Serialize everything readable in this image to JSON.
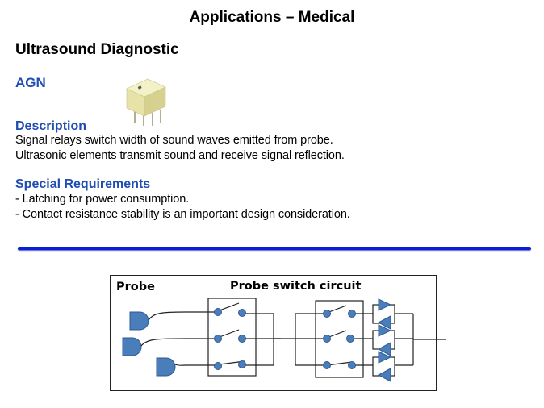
{
  "slide": {
    "title": "Applications – Medical",
    "subtitle": "Ultrasound Diagnostic",
    "model": "AGN",
    "description": {
      "heading": "Description",
      "lines": [
        "Signal relays switch width of sound waves emitted from probe.",
        "Ultrasonic elements transmit sound and receive signal reflection."
      ]
    },
    "requirements": {
      "heading": "Special  Requirements",
      "lines": [
        "- Latching for power consumption.",
        "- Contact resistance stability is an important design consideration."
      ]
    },
    "diagram": {
      "probe_label": "Probe",
      "circuit_label": "Probe switch circuit"
    },
    "colors": {
      "heading_blue": "#1f4db3",
      "divider_blue": "#0a1fd0",
      "shape_fill": "#4a7ebb",
      "relay_body": "#ece9b0"
    }
  }
}
